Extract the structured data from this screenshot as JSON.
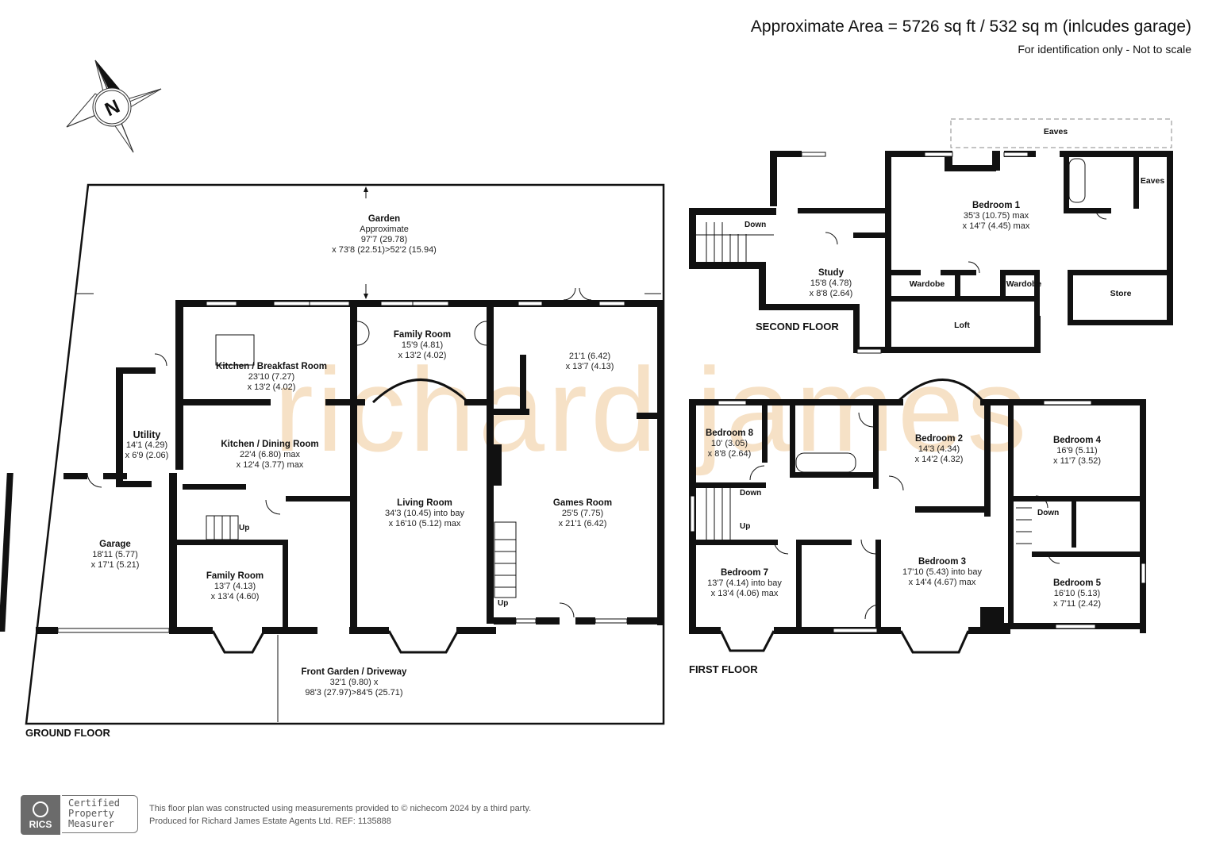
{
  "header": {
    "area_text": "Approximate Area = 5726 sq ft / 532 sq m (inlcudes garage)",
    "note": "For identification only - Not to scale"
  },
  "compass": {
    "icon": "north-compass-icon",
    "label": "N"
  },
  "watermark": "richard james",
  "ground_floor": {
    "title": "GROUND FLOOR",
    "rooms": [
      {
        "name": "Garden",
        "lines": [
          "Approximate",
          "97'7 (29.78)",
          "x 73'8 (22.51)>52'2 (15.94)"
        ]
      },
      {
        "name": "Kitchen / Breakfast Room",
        "lines": [
          "23'10 (7.27)",
          "x 13'2 (4.02)"
        ]
      },
      {
        "name": "Family Room",
        "lines": [
          "15'9 (4.81)",
          "x 13'2 (4.02)"
        ]
      },
      {
        "name": "",
        "lines": [
          "21'1 (6.42)",
          "x 13'7 (4.13)"
        ]
      },
      {
        "name": "Utility",
        "lines": [
          "14'1 (4.29)",
          "x 6'9 (2.06)"
        ]
      },
      {
        "name": "Kitchen / Dining Room",
        "lines": [
          "22'4 (6.80) max",
          "x 12'4 (3.77) max"
        ]
      },
      {
        "name": "Living Room",
        "lines": [
          "34'3 (10.45) into bay",
          "x 16'10 (5.12) max"
        ]
      },
      {
        "name": "Games Room",
        "lines": [
          "25'5 (7.75)",
          "x 21'1 (6.42)"
        ]
      },
      {
        "name": "Garage",
        "lines": [
          "18'11 (5.77)",
          "x 17'1 (5.21)"
        ]
      },
      {
        "name": "Family Room",
        "lines": [
          "13'7 (4.13)",
          "x 13'4 (4.60)"
        ]
      },
      {
        "name": "Front Garden / Driveway",
        "lines": [
          "32'1 (9.80) x",
          "98'3 (27.97)>84'5 (25.71)"
        ]
      }
    ],
    "stairs": [
      "Up",
      "Up"
    ]
  },
  "second_floor": {
    "title": "SECOND FLOOR",
    "rooms": [
      {
        "name": "Eaves",
        "lines": []
      },
      {
        "name": "Bedroom 1",
        "lines": [
          "35'3 (10.75) max",
          "x 14'7 (4.45) max"
        ]
      },
      {
        "name": "Eaves",
        "lines": []
      },
      {
        "name": "Study",
        "lines": [
          "15'8 (4.78)",
          "x 8'8 (2.64)"
        ]
      },
      {
        "name": "Wardobe",
        "lines": []
      },
      {
        "name": "Wardobe",
        "lines": []
      },
      {
        "name": "Store",
        "lines": []
      },
      {
        "name": "Loft",
        "lines": []
      }
    ],
    "stairs": [
      "Down"
    ]
  },
  "first_floor": {
    "title": "FIRST FLOOR",
    "rooms": [
      {
        "name": "Bedroom 8",
        "lines": [
          "10' (3.05)",
          "x 8'8 (2.64)"
        ]
      },
      {
        "name": "Bedroom 2",
        "lines": [
          "14'3 (4.34)",
          "x 14'2 (4.32)"
        ]
      },
      {
        "name": "Bedroom 4",
        "lines": [
          "16'9 (5.11)",
          "x 11'7 (3.52)"
        ]
      },
      {
        "name": "Bedroom 7",
        "lines": [
          "13'7 (4.14) into bay",
          "x 13'4 (4.06) max"
        ]
      },
      {
        "name": "Bedroom 3",
        "lines": [
          "17'10 (5.43) into bay",
          "x 14'4 (4.67) max"
        ]
      },
      {
        "name": "Bedroom 5",
        "lines": [
          "16'10 (5.13)",
          "x 7'11 (2.42)"
        ]
      }
    ],
    "stairs": [
      "Down",
      "Up",
      "Down"
    ]
  },
  "footer": {
    "rics_label": "RICS",
    "cert_lines": [
      "Certified",
      "Property",
      "Measurer"
    ],
    "disclaimer_1": "This floor plan was constructed using measurements provided to © nichecom 2024 by a third party.",
    "disclaimer_2": "Produced for Richard James Estate Agents Ltd.   REF: 1135888"
  }
}
